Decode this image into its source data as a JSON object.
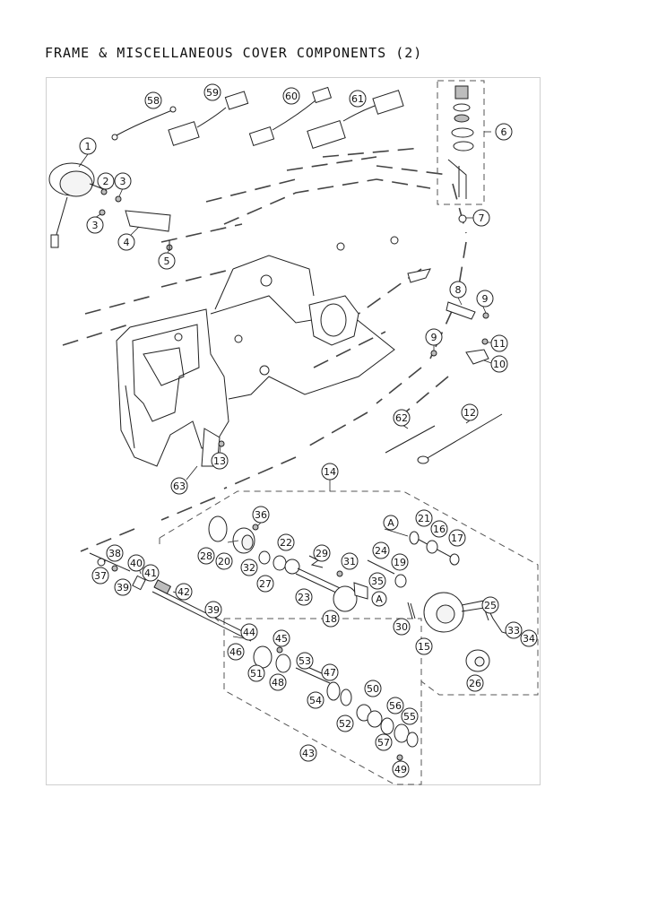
{
  "title": "FRAME & MISCELLANEOUS COVER COMPONENTS (2)",
  "callouts": {
    "c1": "1",
    "c2": "2",
    "c3a": "3",
    "c3b": "3",
    "c4": "4",
    "c5": "5",
    "c6": "6",
    "c7": "7",
    "c8": "8",
    "c9a": "9",
    "c9b": "9",
    "c10": "10",
    "c11": "11",
    "c12": "12",
    "c13": "13",
    "c14": "14",
    "c15": "15",
    "c16": "16",
    "c17": "17",
    "c18": "18",
    "c19": "19",
    "c20": "20",
    "c21": "21",
    "c22": "22",
    "c23": "23",
    "c24": "24",
    "c25": "25",
    "c26": "26",
    "c27": "27",
    "c28": "28",
    "c29": "29",
    "c30": "30",
    "c31": "31",
    "c32": "32",
    "c33": "33",
    "c34": "34",
    "c35": "35",
    "c36": "36",
    "c37": "37",
    "c38": "38",
    "c39a": "39",
    "c39b": "39",
    "c40": "40",
    "c41": "41",
    "c42": "42",
    "c43": "43",
    "c44": "44",
    "c45": "45",
    "c46": "46",
    "c47": "47",
    "c48": "48",
    "c49": "49",
    "c50": "50",
    "c51": "51",
    "c52": "52",
    "c53": "53",
    "c54": "54",
    "c55": "55",
    "c56": "56",
    "c57": "57",
    "c58": "58",
    "c59": "59",
    "c60": "60",
    "c61": "61",
    "c62": "62",
    "c63": "63",
    "cA1": "A",
    "cA2": "A"
  }
}
